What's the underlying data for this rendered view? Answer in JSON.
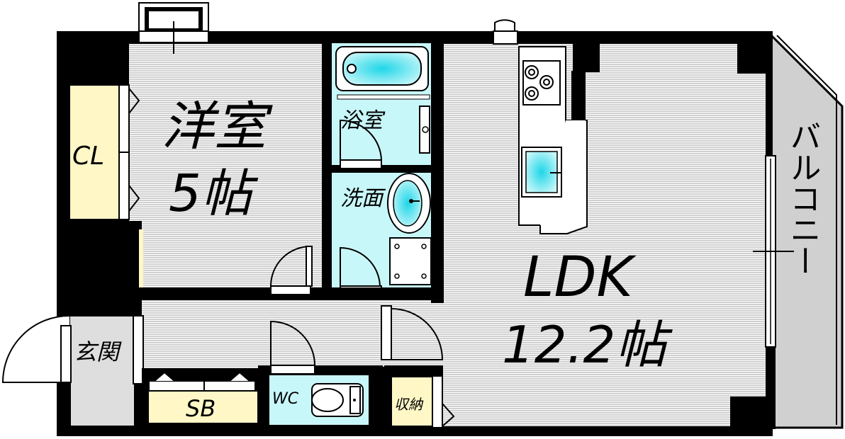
{
  "rooms": {
    "western_room_name": "洋室",
    "western_room_size": "5帖",
    "closet": "CL",
    "bathroom": "浴室",
    "washroom": "洗面",
    "ldk_name": "LDK",
    "ldk_size": "12.2帖",
    "entrance": "玄関",
    "shoe_box": "SB",
    "toilet": "WC",
    "storage": "収納",
    "balcony": "バルコニー"
  },
  "colors": {
    "wall": "#000000",
    "floor_stripe": "#c8c8c8",
    "closet_fill": "#fff8c6",
    "wet_area_fill": "#c8f7f9",
    "fixture_cyan": "#1fd6e8",
    "entrance_fill": "#dedede",
    "balcony_fill": "#d0d0d0"
  }
}
